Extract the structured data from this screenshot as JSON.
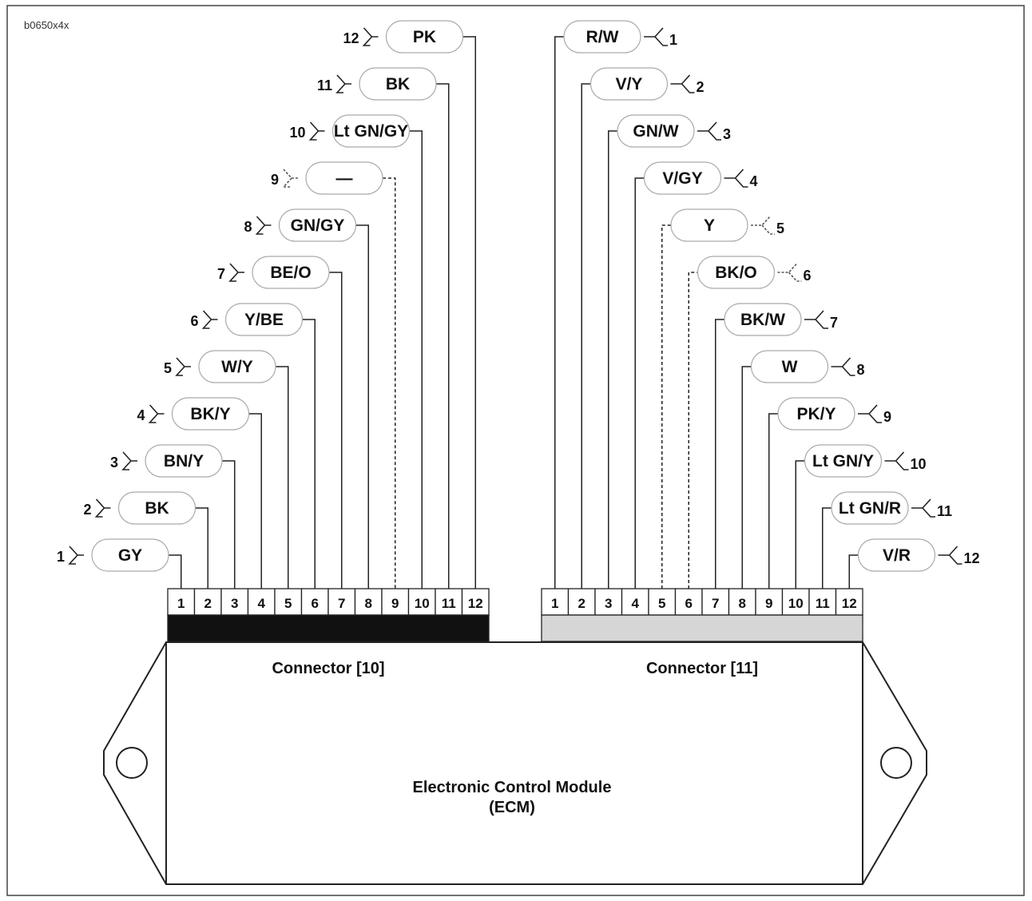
{
  "figure_code": "b0650x4x",
  "module": {
    "label_line1": "Electronic Control Module",
    "label_line2": "(ECM)"
  },
  "connectors": [
    {
      "title": "Connector [10]",
      "band_color": "#111111",
      "pins": [
        "1",
        "2",
        "3",
        "4",
        "5",
        "6",
        "7",
        "8",
        "9",
        "10",
        "11",
        "12"
      ],
      "wires": [
        {
          "pin": "1",
          "label": "GY",
          "empty": false
        },
        {
          "pin": "2",
          "label": "BK",
          "empty": false
        },
        {
          "pin": "3",
          "label": "BN/Y",
          "empty": false
        },
        {
          "pin": "4",
          "label": "BK/Y",
          "empty": false
        },
        {
          "pin": "5",
          "label": "W/Y",
          "empty": false
        },
        {
          "pin": "6",
          "label": "Y/BE",
          "empty": false
        },
        {
          "pin": "7",
          "label": "BE/O",
          "empty": false
        },
        {
          "pin": "8",
          "label": "GN/GY",
          "empty": false
        },
        {
          "pin": "9",
          "label": "—",
          "empty": true
        },
        {
          "pin": "10",
          "label": "Lt GN/GY",
          "empty": false
        },
        {
          "pin": "11",
          "label": "BK",
          "empty": false
        },
        {
          "pin": "12",
          "label": "PK",
          "empty": false
        }
      ]
    },
    {
      "title": "Connector [11]",
      "band_color": "#d6d6d6",
      "pins": [
        "1",
        "2",
        "3",
        "4",
        "5",
        "6",
        "7",
        "8",
        "9",
        "10",
        "11",
        "12"
      ],
      "wires": [
        {
          "pin": "1",
          "label": "R/W",
          "empty": false
        },
        {
          "pin": "2",
          "label": "V/Y",
          "empty": false
        },
        {
          "pin": "3",
          "label": "GN/W",
          "empty": false
        },
        {
          "pin": "4",
          "label": "V/GY",
          "empty": false
        },
        {
          "pin": "5",
          "label": "Y",
          "empty": true
        },
        {
          "pin": "6",
          "label": "BK/O",
          "empty": true
        },
        {
          "pin": "7",
          "label": "BK/W",
          "empty": false
        },
        {
          "pin": "8",
          "label": "W",
          "empty": false
        },
        {
          "pin": "9",
          "label": "PK/Y",
          "empty": false
        },
        {
          "pin": "10",
          "label": "Lt GN/Y",
          "empty": false
        },
        {
          "pin": "11",
          "label": "Lt GN/R",
          "empty": false
        },
        {
          "pin": "12",
          "label": "V/R",
          "empty": false
        }
      ]
    }
  ]
}
